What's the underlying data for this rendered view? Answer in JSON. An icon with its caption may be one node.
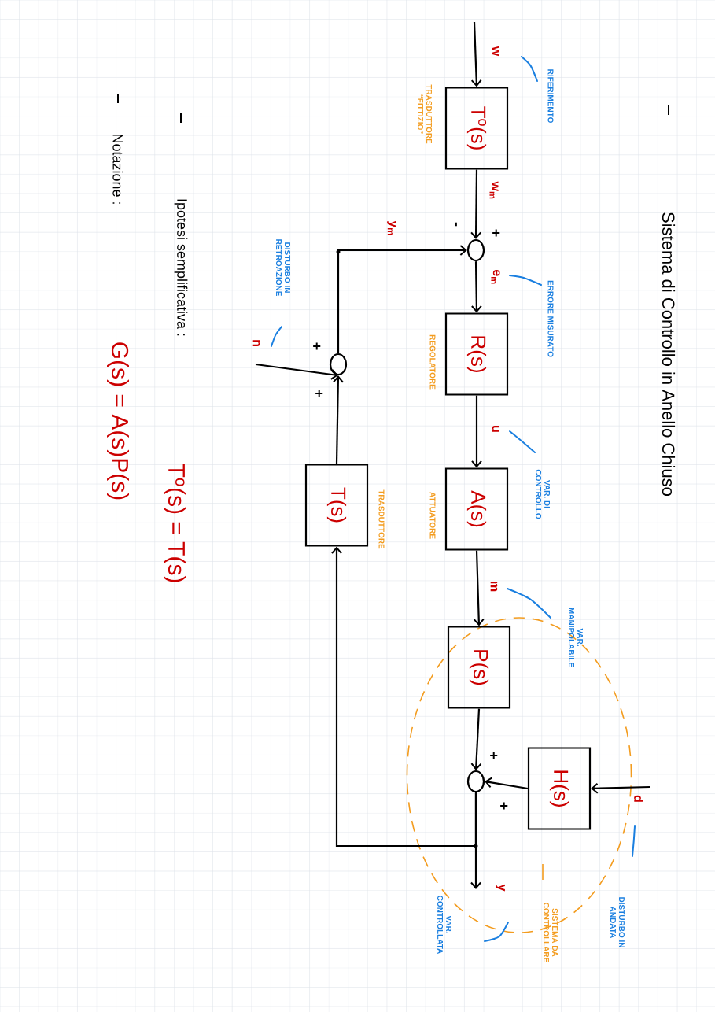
{
  "diagram": {
    "title": "Sistema di Controllo in Anello Chiuso",
    "nodes": [
      {
        "text": [
          "T$^{o}$(s)"
        ],
        "beside": [
          "TRASDUTTORE “FITTIZIO”"
        ]
      },
      {
        "text": [],
        "shape": "circle"
      },
      {
        "text": [
          "R(s)"
        ],
        "beside": [
          "REGOLATORE"
        ]
      },
      {
        "text": [
          "A(s)"
        ],
        "beside": [
          "ATTUATORE"
        ]
      },
      {
        "text": [
          "SISTEMA DA CONTROLLARE"
        ]
      },
      {
        "text": [
          "P(s)"
        ],
        "in": 4
      },
      {
        "text": [
          "H(s)"
        ],
        "in": 4
      },
      {
        "text": [],
        "shape": "circle",
        "in": 4
      },
      {
        "text": [
          "T(s)"
        ],
        "beside": [
          "TRASDUTTORE"
        ]
      },
      {
        "text": [],
        "shape": "circle"
      }
    ],
    "edges": [
      {
        "from": null,
        "to": 0,
        "arrow": "to",
        "label": "w"
      },
      {
        "from": 0,
        "to": 1,
        "arrow": "to",
        "label": "w$_{m}$"
      },
      {
        "from": 1,
        "to": 2,
        "arrow": "to",
        "label": "e$_{m}$"
      },
      {
        "from": 2,
        "to": 3,
        "arrow": "to",
        "label": "u"
      },
      {
        "from": 3,
        "to": 5,
        "arrow": "to",
        "label": "m"
      },
      {
        "from": 5,
        "to": 7,
        "arrow": "to"
      },
      {
        "from": null,
        "to": 6,
        "arrow": "to",
        "label": "d"
      },
      {
        "from": 6,
        "to": 7,
        "arrow": "to"
      },
      {
        "from": 7,
        "to": null,
        "arrow": "to",
        "label": "y"
      },
      {
        "from": 7,
        "to": 8,
        "arrow": "to"
      },
      {
        "from": 8,
        "to": 9,
        "arrow": "to"
      },
      {
        "from": null,
        "to": 9,
        "arrow": "to",
        "label": "n"
      },
      {
        "from": 9,
        "to": 1,
        "arrow": "to",
        "label": "y$_{m}$"
      }
    ],
    "labels": [
      "RIFERIMENTO",
      "ERRORE MISURATO",
      "VAR. DI CONTROLLO",
      "VAR. MANIPOLABILE",
      "DISTURBO IN RETROAZIONE",
      "DISTURBO IN ANDATA",
      "VAR. CONTROLLATA",
      "-",
      "+",
      "+",
      "+",
      "+",
      "+",
      "Ipotesi semplificativa :",
      "T$^{o}$(s) = T(s)",
      "Notazione :",
      "G(s) = A(s)P(s)"
    ]
  }
}
